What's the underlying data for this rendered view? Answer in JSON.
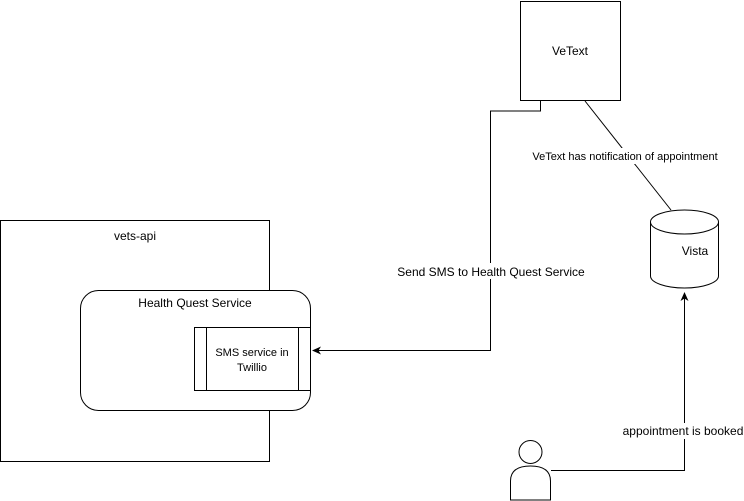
{
  "diagram": {
    "nodes": {
      "vetext": {
        "label": "VeText"
      },
      "vets_api": {
        "label": "vets-api"
      },
      "health_quest": {
        "label": "Health Quest Service"
      },
      "sms_service": {
        "label_line1": "SMS service in",
        "label_line2": "Twillio"
      },
      "vista": {
        "label": "Vista"
      },
      "user": {
        "icon": "user-icon"
      }
    },
    "edges": {
      "vetext_to_vista": {
        "label": "VeText has notification of appointment"
      },
      "vetext_to_sms": {
        "label": "Send SMS to Health Quest Service"
      },
      "user_to_vista": {
        "label": "appointment is booked"
      }
    },
    "colors": {
      "stroke": "#000000",
      "background": "#ffffff"
    }
  }
}
